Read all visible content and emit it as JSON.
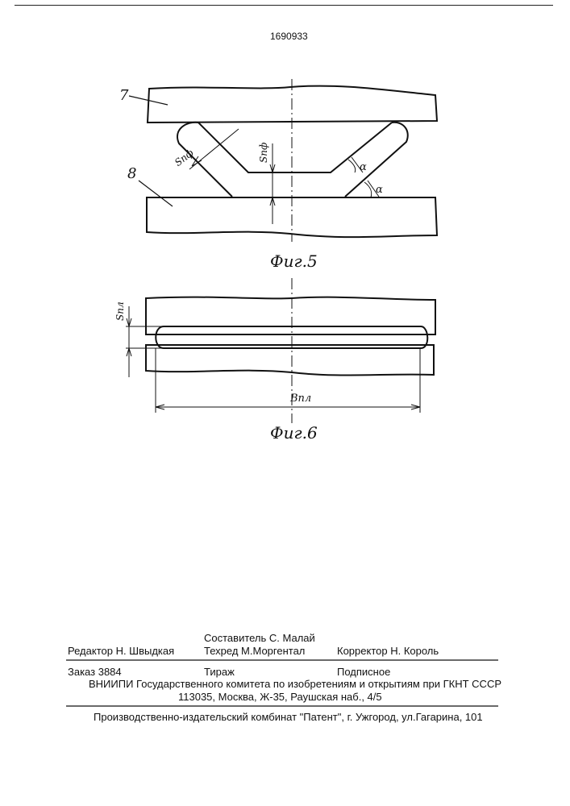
{
  "patent_number": "1690933",
  "figure5": {
    "caption": "Фиг.5",
    "part_upper": "7",
    "part_lower": "8",
    "dim_diagonal": "Sпф",
    "dim_vertical": "Sпф",
    "angle_upper": "α",
    "angle_lower": "α"
  },
  "figure6": {
    "caption": "Фиг.6",
    "dim_gap": "Sпл",
    "dim_width": "Bпл"
  },
  "footer": {
    "editor": "Редактор   Н. Швыдкая",
    "compiler": "Составитель   С. Малай",
    "techred": "Техред М.Моргентал",
    "corrector": "Корректор    Н. Король",
    "order": "Заказ  3884",
    "circulation": "Тираж",
    "subscription": "Подписное",
    "org_line": "ВНИИПИ Государственного комитета по изобретениям и открытиям при ГКНТ СССР",
    "address": "113035, Москва, Ж-35, Раушская наб., 4/5",
    "publisher": "Производственно-издательский комбинат \"Патент\", г. Ужгород, ул.Гагарина, 101"
  }
}
